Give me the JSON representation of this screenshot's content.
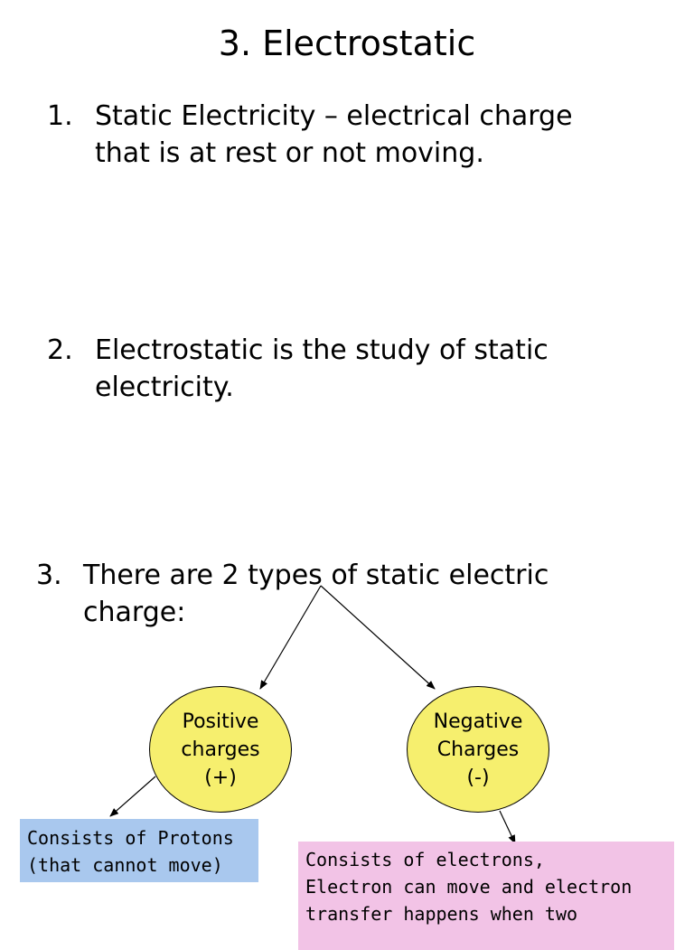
{
  "title": "3.  Electrostatic",
  "items": [
    {
      "number": "1.",
      "lines": [
        "Static Electricity – electrical charge",
        "that is at rest or not moving."
      ]
    },
    {
      "number": "2.",
      "lines": [
        "Electrostatic is the study of static",
        "electricity."
      ]
    },
    {
      "number": "3.",
      "lines": [
        "There are 2 types of static electric",
        "charge:"
      ]
    }
  ],
  "positive": {
    "lines": [
      "Positive",
      "charges",
      "(+)"
    ],
    "color": "#f6ef6e"
  },
  "negative": {
    "lines": [
      "Negative",
      "Charges",
      "(-)"
    ],
    "color": "#f6ef6e"
  },
  "protons_box": {
    "lines": [
      "Consists of Protons",
      "(that cannot move)"
    ],
    "color": "#a9c8ee"
  },
  "electrons_box": {
    "lines": [
      "Consists of electrons,",
      "Electron can move and electron",
      "transfer happens when two"
    ],
    "color": "#f2c3e6"
  }
}
